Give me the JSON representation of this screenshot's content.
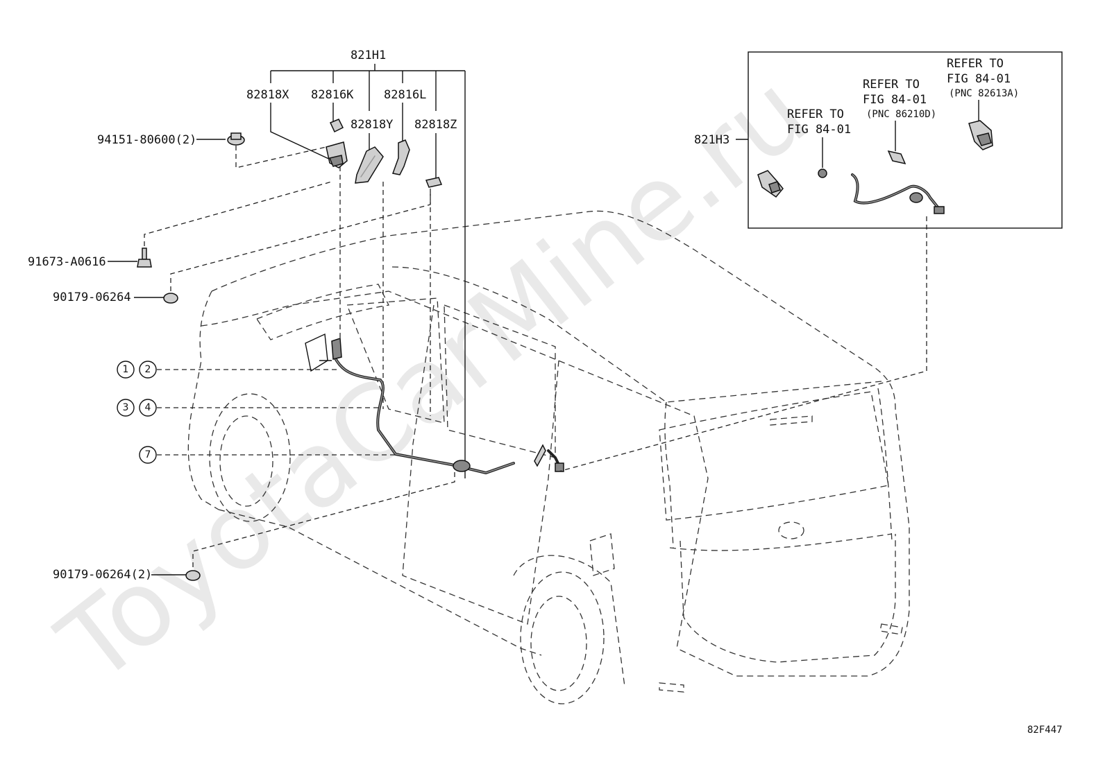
{
  "watermark": "ToyotaCarMine.ru",
  "figure_code": "82F447",
  "groups": {
    "main_harness": "821H1",
    "inset_harness": "821H3"
  },
  "parts": {
    "p82818X": "82818X",
    "p82816K": "82816K",
    "p82816L": "82816L",
    "p82818Y": "82818Y",
    "p82818Z": "82818Z",
    "p94151": "94151-80600(2)",
    "p91673": "91673-A0616",
    "p90179a": "90179-06264",
    "p90179b": "90179-06264(2)"
  },
  "refer_notes": {
    "note1": {
      "line1": "REFER TO",
      "line2": "FIG 84-01"
    },
    "note2": {
      "line1": "REFER TO",
      "line2": "FIG 84-01",
      "line3": "(PNC 86210D)"
    },
    "note3": {
      "line1": "REFER TO",
      "line2": "FIG 84-01",
      "line3": "(PNC 82613A)"
    }
  },
  "callouts": {
    "c1": "1",
    "c2": "2",
    "c3": "3",
    "c4": "4",
    "c7": "7"
  }
}
